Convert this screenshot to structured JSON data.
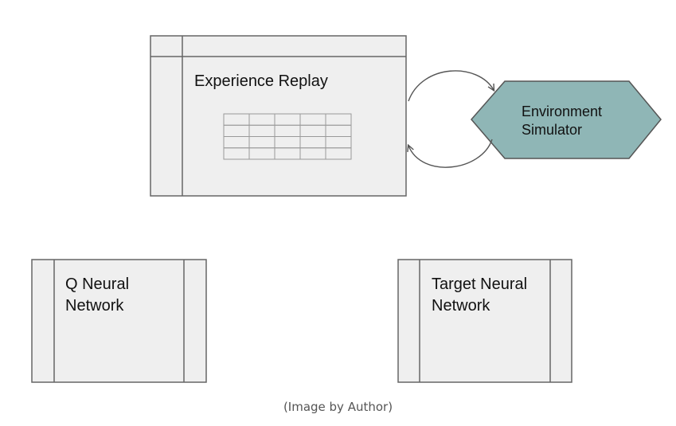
{
  "diagram": {
    "experience_replay": {
      "label": "Experience Replay",
      "table_rows": 4,
      "table_cols": 5
    },
    "environment_simulator": {
      "label_line1": "Environment",
      "label_line2": "Simulator",
      "fill_color": "#8fb6b6"
    },
    "q_network": {
      "label_line1": "Q Neural",
      "label_line2": "Network"
    },
    "target_network": {
      "label_line1": "Target Neural",
      "label_line2": "Network"
    },
    "box_fill": "#efefef",
    "box_stroke": "#666666",
    "arrow_stroke": "#555555"
  },
  "caption": "(Image by Author)"
}
